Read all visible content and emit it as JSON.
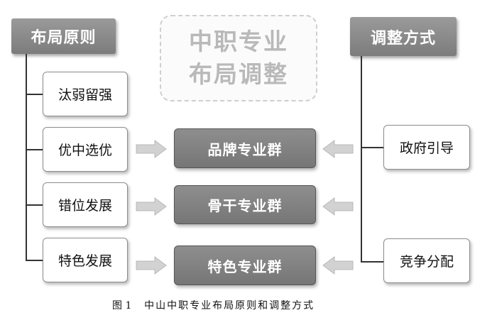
{
  "left_header": "布局原则",
  "right_header": "调整方式",
  "center_title": {
    "line1": "中职专业",
    "line2": "布局调整"
  },
  "principles": [
    "汰弱留强",
    "优中选优",
    "错位发展",
    "特色发展"
  ],
  "groups": [
    "品牌专业群",
    "骨干专业群",
    "特色专业群"
  ],
  "methods": [
    "政府引导",
    "竞争分配"
  ],
  "caption": {
    "label": "图 1",
    "text": "中山中职专业布局原则和调整方式"
  },
  "colors": {
    "header": "#7c7c7c",
    "group": "#7e7e7e",
    "arrow": "#d0d0d0"
  }
}
